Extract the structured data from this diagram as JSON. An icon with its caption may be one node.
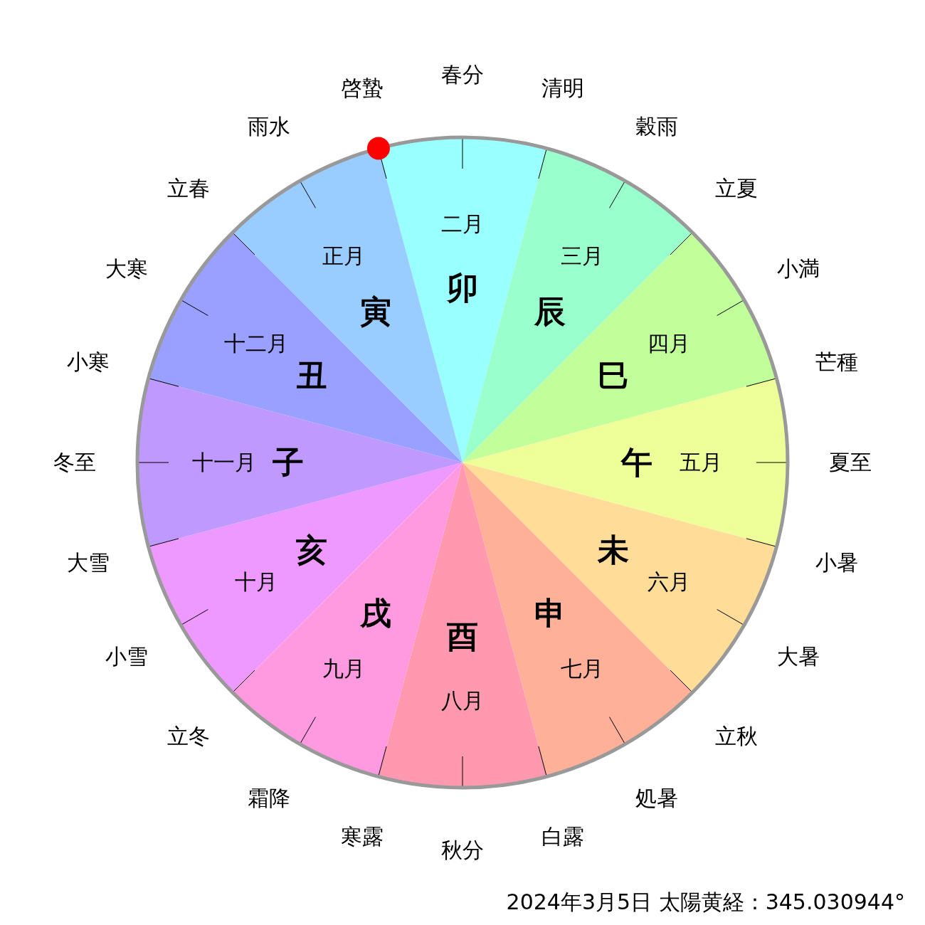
{
  "diagram": {
    "caption": "2024年3月5日 太陽黄経：345.030944°",
    "nodes": [
      {
        "text": [
          "二月",
          "卯"
        ]
      },
      {
        "text": [
          "三月",
          "辰"
        ]
      },
      {
        "text": [
          "四月",
          "巳"
        ]
      },
      {
        "text": [
          "午",
          "五月"
        ]
      },
      {
        "text": [
          "未",
          "六月"
        ]
      },
      {
        "text": [
          "申",
          "七月"
        ]
      },
      {
        "text": [
          "酉",
          "八月"
        ]
      },
      {
        "text": [
          "戌",
          "九月"
        ]
      },
      {
        "text": [
          "亥",
          "十月"
        ]
      },
      {
        "text": [
          "十一月",
          "子"
        ]
      },
      {
        "text": [
          "十二月",
          "丑"
        ]
      },
      {
        "text": [
          "正月",
          "寅"
        ]
      }
    ],
    "labels": [
      "春分",
      "清明",
      "穀雨",
      "立夏",
      "小満",
      "芒種",
      "夏至",
      "小暑",
      "大暑",
      "立秋",
      "処暑",
      "白露",
      "秋分",
      "寒露",
      "霜降",
      "立冬",
      "小雪",
      "大雪",
      "冬至",
      "小寒",
      "大寒",
      "立春",
      "雨水",
      "啓蟄"
    ]
  }
}
